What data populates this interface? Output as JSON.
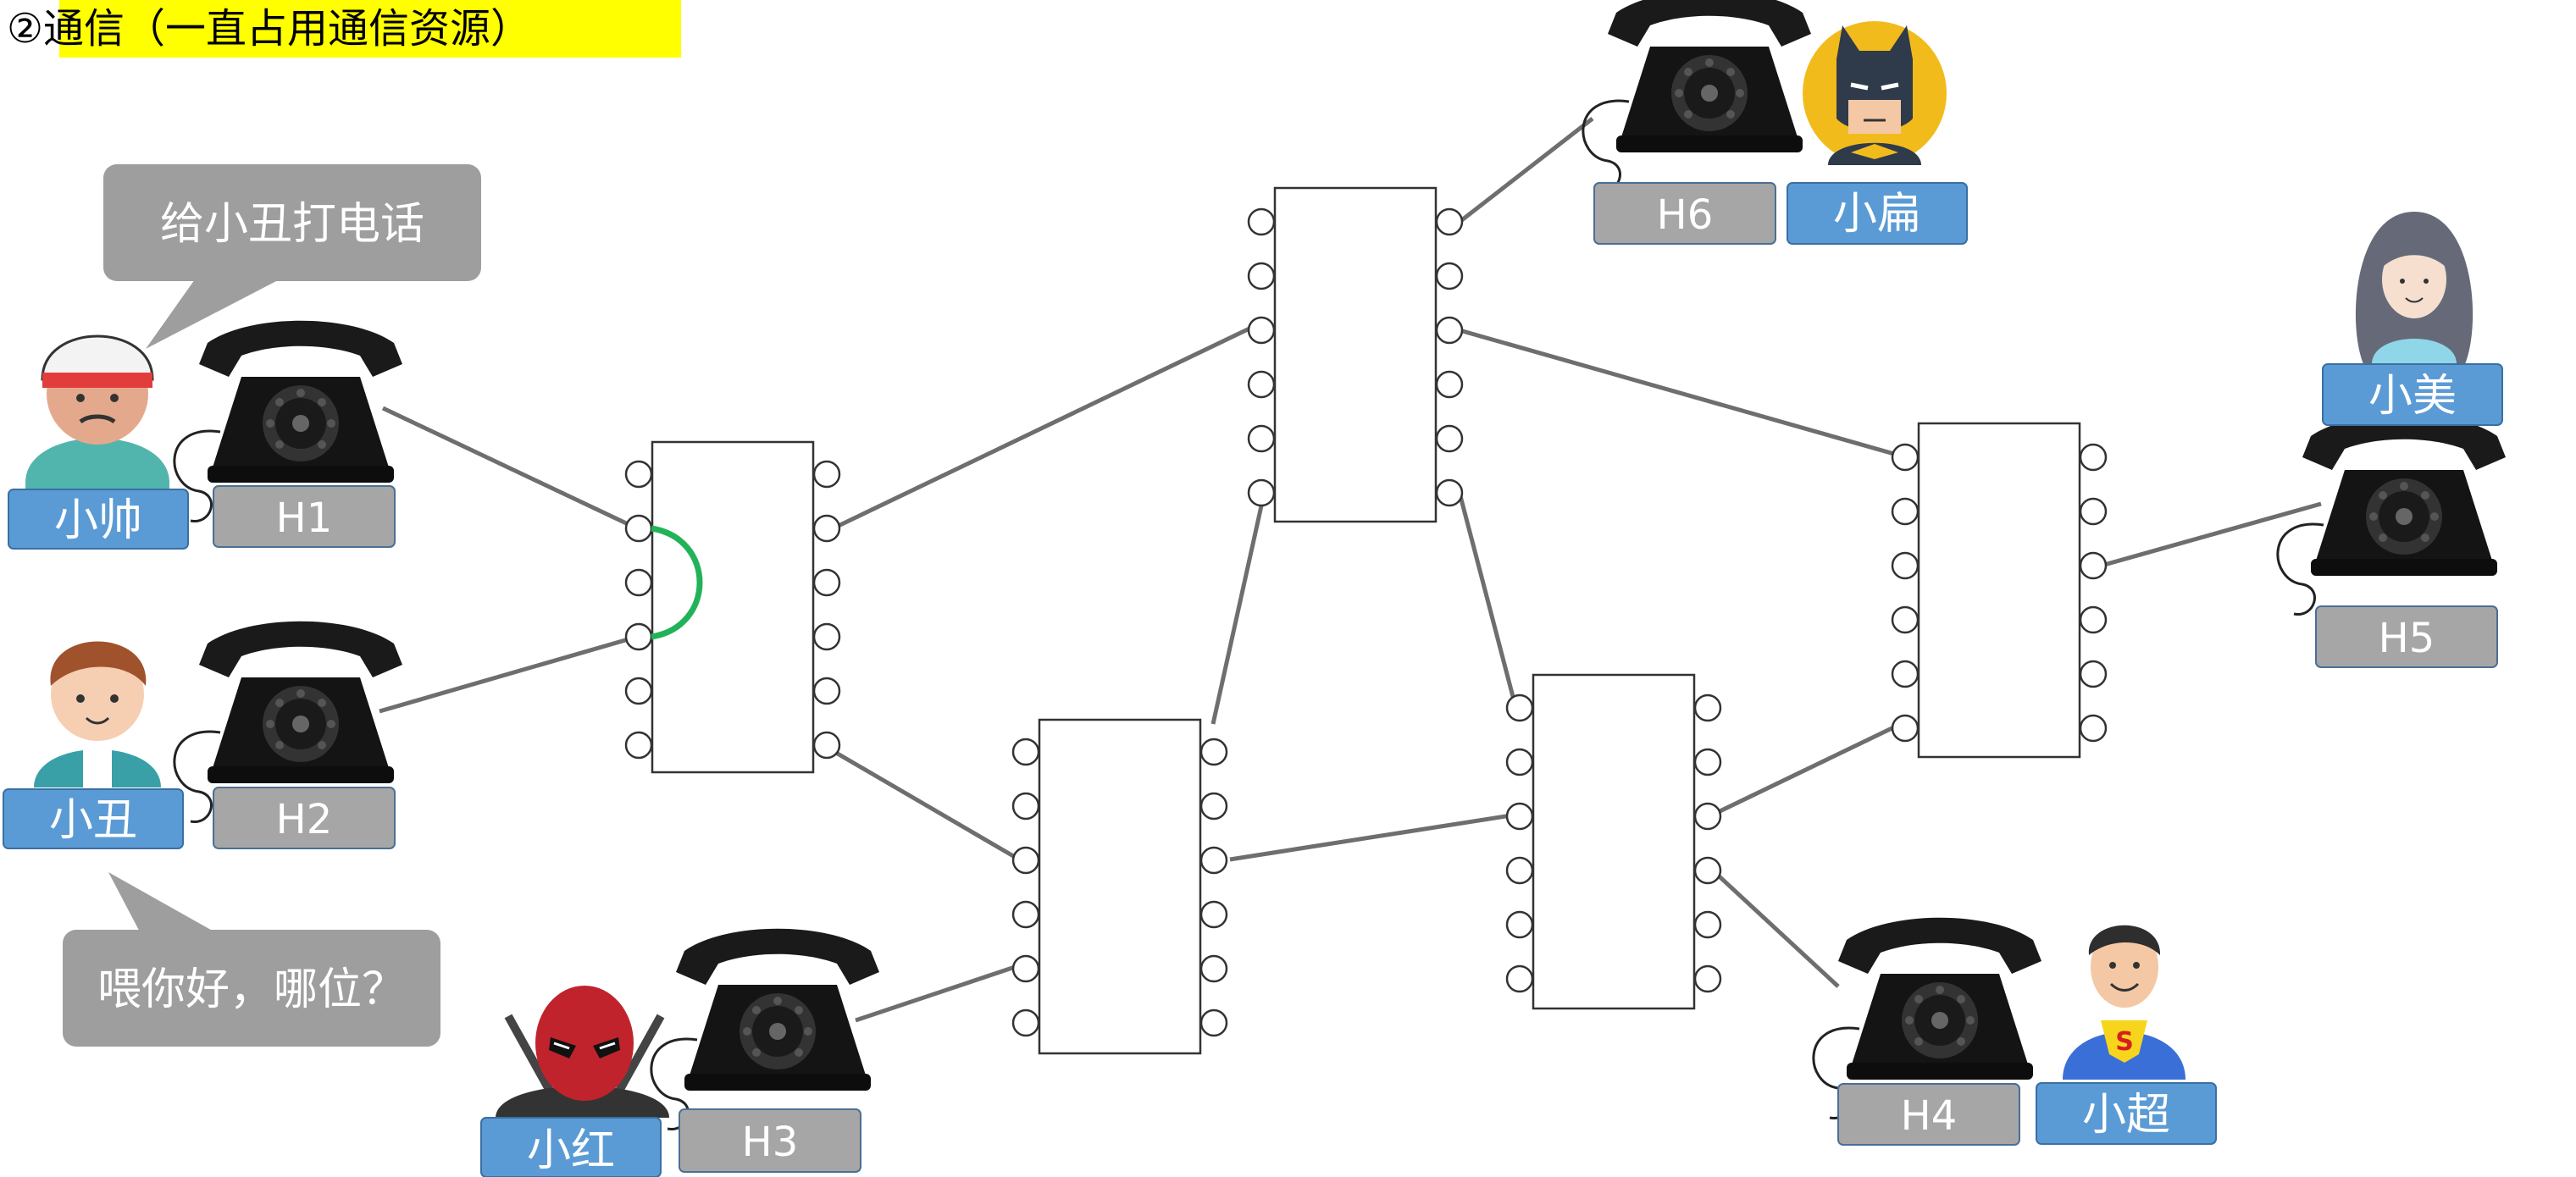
{
  "title": "②通信（一直占用通信资源）",
  "bubbles": {
    "caller": "给小丑打电话",
    "callee": "喂你好，哪位？"
  },
  "people": [
    {
      "id": "xiaoshuai",
      "name": "小帅",
      "phone": "H1",
      "icon": "boy-cap-avatar-icon"
    },
    {
      "id": "xiaochou",
      "name": "小丑",
      "phone": "H2",
      "icon": "boy-hoodie-avatar-icon"
    },
    {
      "id": "xiaohong",
      "name": "小红",
      "phone": "H3",
      "icon": "deadpool-avatar-icon"
    },
    {
      "id": "xiaochao",
      "name": "小超",
      "phone": "H4",
      "icon": "superman-avatar-icon"
    },
    {
      "id": "xiaomei",
      "name": "小美",
      "phone": "H5",
      "icon": "girl-avatar-icon"
    },
    {
      "id": "xiaobian",
      "name": "小扁",
      "phone": "H6",
      "icon": "batman-avatar-icon"
    }
  ],
  "colors": {
    "title_highlight": "#ffff00",
    "name_label": "#5b9bd5",
    "phone_label": "#a6a6a6",
    "bubble": "#9e9e9e",
    "link": "#6e6e6e",
    "active_connection": "#22b35a"
  }
}
